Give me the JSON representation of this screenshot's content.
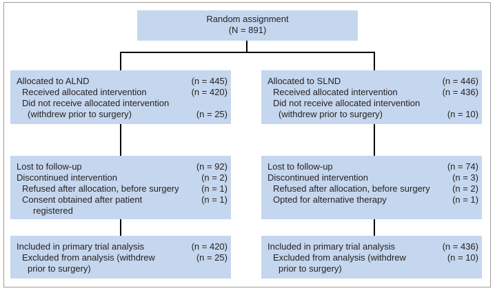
{
  "top": {
    "title": "Random assignment",
    "count": "(N = 891)"
  },
  "left": {
    "allocation": [
      {
        "label": "Allocated to ALND",
        "count": "(n = 445)"
      },
      {
        "label": "Received allocated intervention",
        "count": "(n = 420)"
      },
      {
        "label": "Did not receive allocated intervention",
        "count": ""
      },
      {
        "label": "(withdrew prior to surgery)",
        "count": "(n = 25)"
      }
    ],
    "followup": [
      {
        "label": "Lost to follow-up",
        "count": "(n = 92)"
      },
      {
        "label": "Discontinued intervention",
        "count": "(n = 2)"
      },
      {
        "label": "Refused after allocation, before surgery",
        "count": "(n = 1)"
      },
      {
        "label": "Consent obtained after patient",
        "count": "(n = 1)"
      },
      {
        "label": "registered",
        "count": ""
      }
    ],
    "analysis": [
      {
        "label": "Included in primary trial analysis",
        "count": "(n = 420)"
      },
      {
        "label": "Excluded from analysis (withdrew",
        "count": "(n = 25)"
      },
      {
        "label": "prior to surgery)",
        "count": ""
      }
    ]
  },
  "right": {
    "allocation": [
      {
        "label": "Allocated to SLND",
        "count": "(n = 446)"
      },
      {
        "label": "Received allocated intervention",
        "count": "(n = 436)"
      },
      {
        "label": "Did not receive allocated intervention",
        "count": ""
      },
      {
        "label": "(withdrew prior to surgery)",
        "count": "(n = 10)"
      }
    ],
    "followup": [
      {
        "label": "Lost to follow-up",
        "count": "(n = 74)"
      },
      {
        "label": "Discontinued intervention",
        "count": "(n = 3)"
      },
      {
        "label": "Refused after allocation, before surgery",
        "count": "(n = 2)"
      },
      {
        "label": "Opted for alternative therapy",
        "count": "(n = 1)"
      }
    ],
    "analysis": [
      {
        "label": "Included in primary trial analysis",
        "count": "(n = 436)"
      },
      {
        "label": "Excluded from analysis (withdrew",
        "count": "(n = 10)"
      },
      {
        "label": "prior to surgery)",
        "count": ""
      }
    ]
  },
  "colors": {
    "box_fill": "#c5d7ee",
    "connector": "#000000",
    "frame": "#9a9a9a"
  }
}
